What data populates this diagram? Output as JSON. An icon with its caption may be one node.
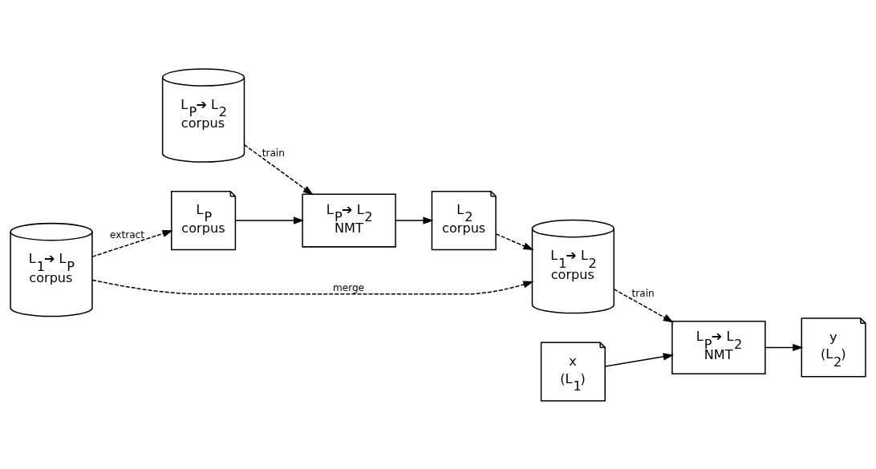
{
  "diagram": {
    "nodes": [
      {
        "text": [
          "L$_{P}$➔ L$_{2}$",
          "corpus"
        ]
      },
      {
        "text": [
          "L$_{1}$➔ L$_{P}$",
          "corpus"
        ]
      },
      {
        "text": [
          "L$_{P}$",
          "corpus"
        ]
      },
      {
        "text": [
          "L$_{P}$➔ L$_{2}$",
          "NMT"
        ]
      },
      {
        "text": [
          "L$_{2}$",
          "corpus"
        ]
      },
      {
        "text": [
          "L$_{1}$➔ L$_{2}$",
          "corpus"
        ]
      },
      {
        "text": [
          "x",
          "(L$_{1}$)"
        ]
      },
      {
        "text": [
          "L$_{P}$➔ L$_{2}$",
          "NMT"
        ]
      },
      {
        "text": [
          "y",
          "(L$_{2}$)"
        ]
      }
    ],
    "edges": [
      {
        "from": 1,
        "to": 2,
        "arrow": "to",
        "style": "dashed",
        "label": "extract"
      },
      {
        "from": 2,
        "to": 3,
        "arrow": "to"
      },
      {
        "from": 0,
        "to": 3,
        "arrow": "to",
        "style": "dashed",
        "label": "train"
      },
      {
        "from": 3,
        "to": 4,
        "arrow": "to"
      },
      {
        "from": 4,
        "to": 5,
        "arrow": "to",
        "style": "dashed"
      },
      {
        "from": 1,
        "to": 5,
        "arrow": "to",
        "style": "dashed",
        "label": "merge"
      },
      {
        "from": 5,
        "to": 7,
        "arrow": "to",
        "style": "dashed",
        "label": "train"
      },
      {
        "from": 6,
        "to": 7,
        "arrow": "to"
      },
      {
        "from": 7,
        "to": 8,
        "arrow": "to"
      }
    ]
  }
}
